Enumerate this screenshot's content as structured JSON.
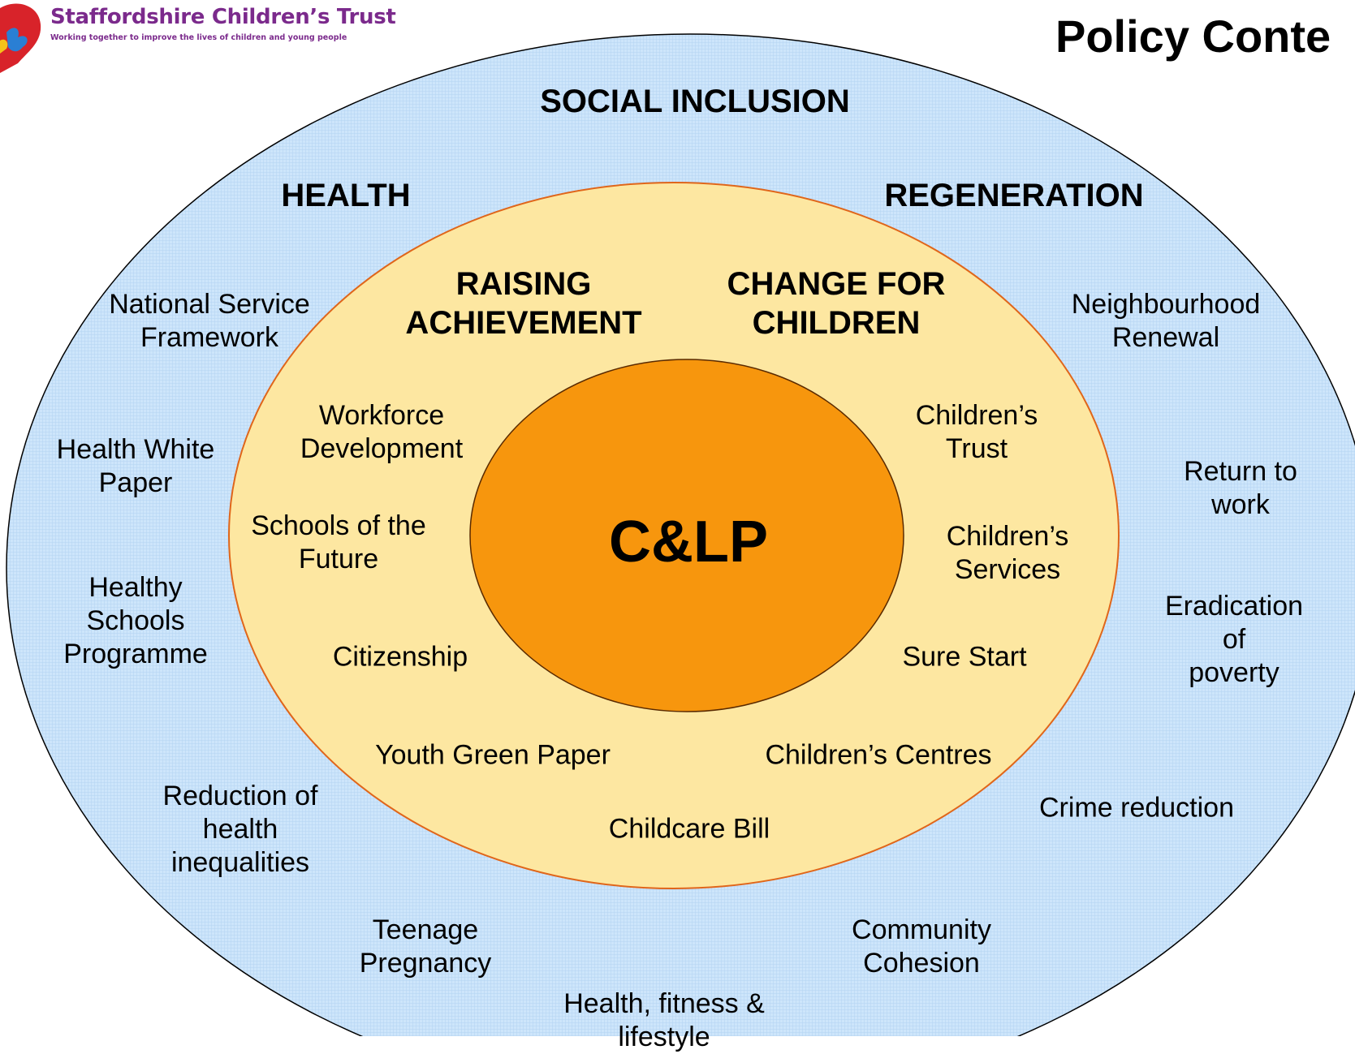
{
  "logo": {
    "title": "Staffordshire Children’s Trust",
    "tagline": "Working together to improve the lives of children and young people"
  },
  "page_title": "Policy Conte",
  "colors": {
    "outer_fill": "#cfe6fb",
    "middle_fill": "#fde7a1",
    "middle_stroke": "#e0661a",
    "center_fill": "#f7960d",
    "outline": "#000000"
  },
  "outer": {
    "headings": {
      "social_inclusion": "SOCIAL INCLUSION",
      "health": "HEALTH",
      "regeneration": "REGENERATION"
    },
    "items": {
      "national_service_framework": "National Service\nFramework",
      "health_white_paper": "Health White\nPaper",
      "healthy_schools_programme": "Healthy\nSchools\nProgramme",
      "reduction_health_inequalities": "Reduction of\nhealth\ninequalities",
      "teenage_pregnancy": "Teenage\nPregnancy",
      "health_fitness_lifestyle": "Health, fitness &\nlifestyle",
      "community_cohesion": "Community\nCohesion",
      "crime_reduction": "Crime reduction",
      "eradication_of_poverty": "Eradication of\npoverty",
      "return_to_work": "Return to work",
      "neighbourhood_renewal": "Neighbourhood\nRenewal"
    }
  },
  "middle": {
    "headings": {
      "raising_achievement": "RAISING\nACHIEVEMENT",
      "change_for_children": "CHANGE FOR\nCHILDREN"
    },
    "items": {
      "workforce_development": "Workforce\nDevelopment",
      "schools_of_the_future": "Schools of the\nFuture",
      "citizenship": "Citizenship",
      "youth_green_paper": "Youth Green Paper",
      "childcare_bill": "Childcare Bill",
      "childrens_centres": "Children’s Centres",
      "sure_start": "Sure Start",
      "childrens_services": "Children’s\nServices",
      "childrens_trust": "Children’s\nTrust"
    }
  },
  "center": {
    "label": "C&LP"
  }
}
